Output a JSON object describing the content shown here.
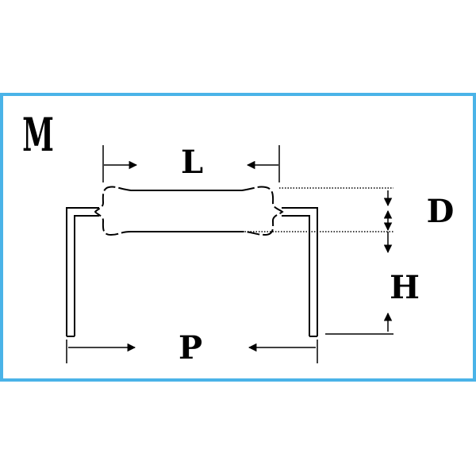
{
  "diagram": {
    "variant_label": "M",
    "dimension_labels": {
      "body_length": "L",
      "body_diameter": "D",
      "lead_height": "H",
      "lead_pitch": "P"
    },
    "colors": {
      "frame_border": "#4ab3e8",
      "line": "#000000",
      "background": "#ffffff"
    }
  }
}
